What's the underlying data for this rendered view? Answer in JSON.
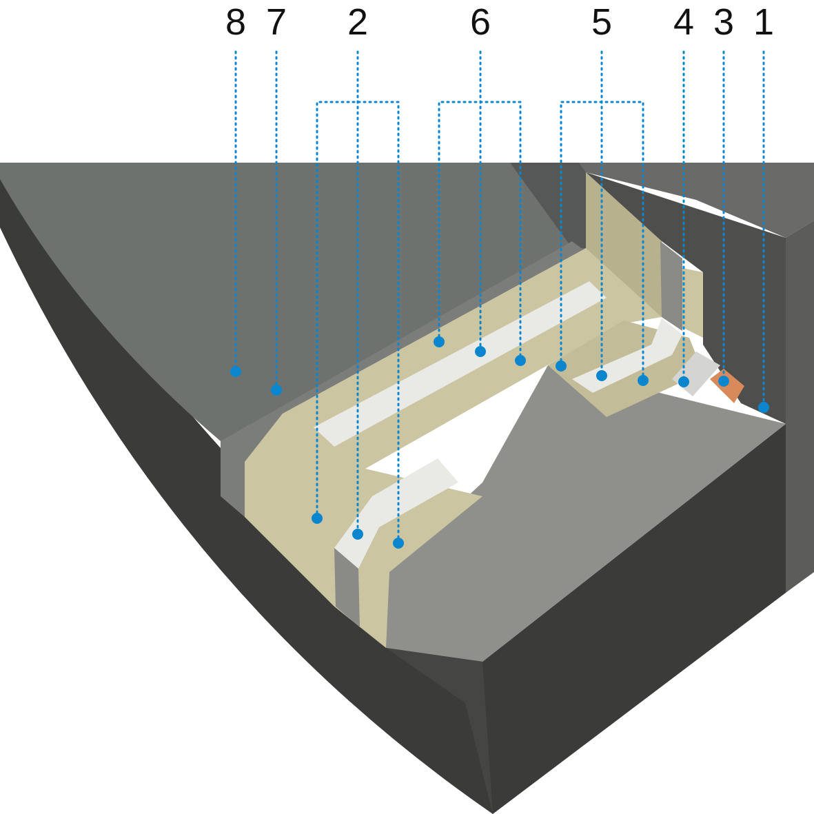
{
  "labels": [
    "8",
    "7",
    "2",
    "6",
    "5",
    "4",
    "3",
    "1"
  ],
  "colors": {
    "accent": "#0a86cf",
    "ground": "#3b3c3a",
    "slope": "#6e726e",
    "membrane": "#cbc5a2",
    "strip": "#e9e9e6",
    "concrete": "#8f908b",
    "wall": "#5a5b59",
    "sealant": "#d98a5a"
  }
}
